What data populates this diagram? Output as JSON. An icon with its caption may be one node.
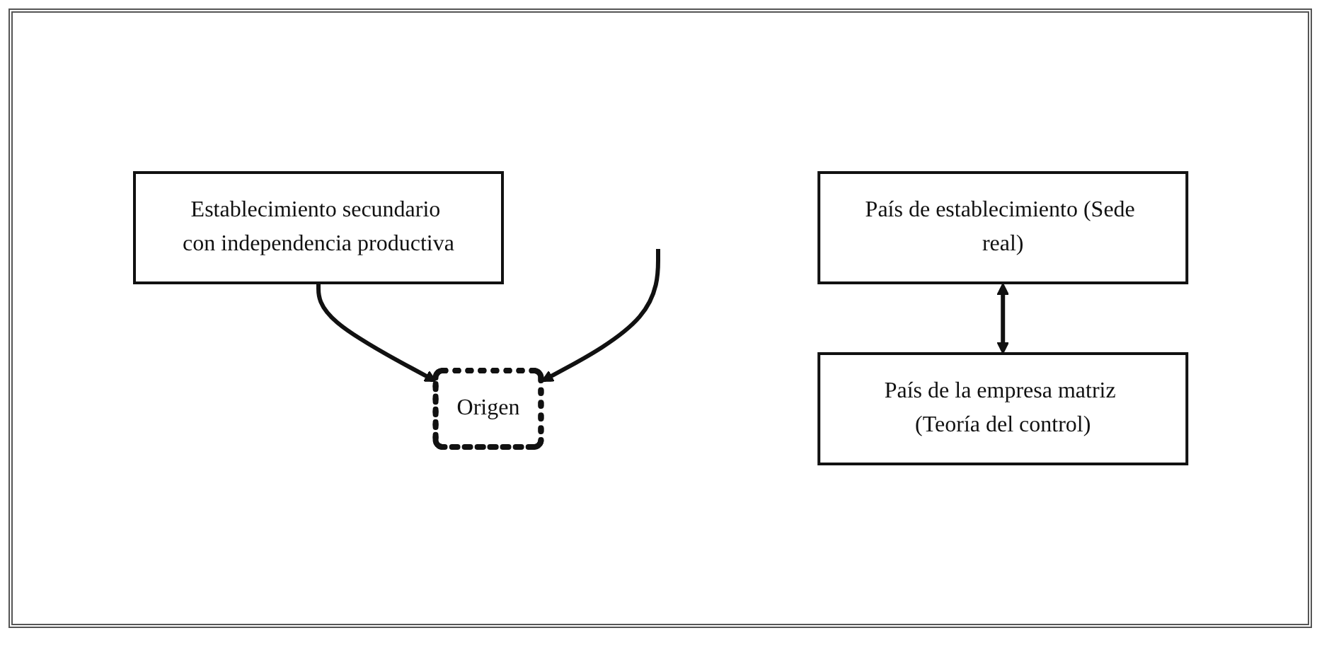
{
  "diagram": {
    "nodes": [
      {
        "text": [
          "Establecimiento secundario con independencia productiva"
        ]
      },
      {
        "text": [
          "Origen"
        ]
      },
      {
        "text": [
          "País de establecimiento (Sede real)"
        ]
      },
      {
        "text": [
          "País de la empresa matriz (Teoría del control)"
        ]
      }
    ],
    "edges": [
      {
        "from": 0,
        "to": 1,
        "arrow": "to"
      },
      {
        "from": null,
        "to": 1,
        "arrow": "to"
      },
      {
        "from": 2,
        "to": 3,
        "arrow": "both"
      }
    ]
  }
}
